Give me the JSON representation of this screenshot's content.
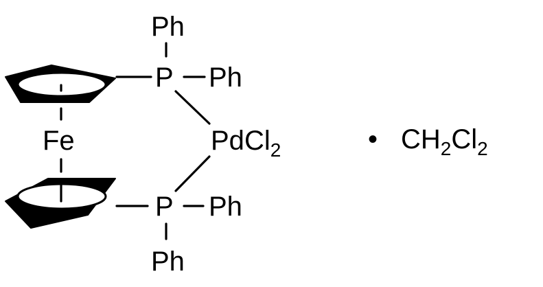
{
  "labels": {
    "ph_top": "Ph",
    "ph_upper_right": "Ph",
    "p_upper": "P",
    "fe": "Fe",
    "pd": "Pd",
    "cl": "Cl",
    "cl_sub": "2",
    "p_lower": "P",
    "ph_lower_right": "Ph",
    "ph_bottom": "Ph",
    "solvate_dot": "•",
    "solvate_c": "CH",
    "solvate_h_sub": "2",
    "solvate_cl": "Cl",
    "solvate_cl_sub": "2"
  },
  "colors": {
    "ink": "#000000",
    "background": "#ffffff"
  }
}
